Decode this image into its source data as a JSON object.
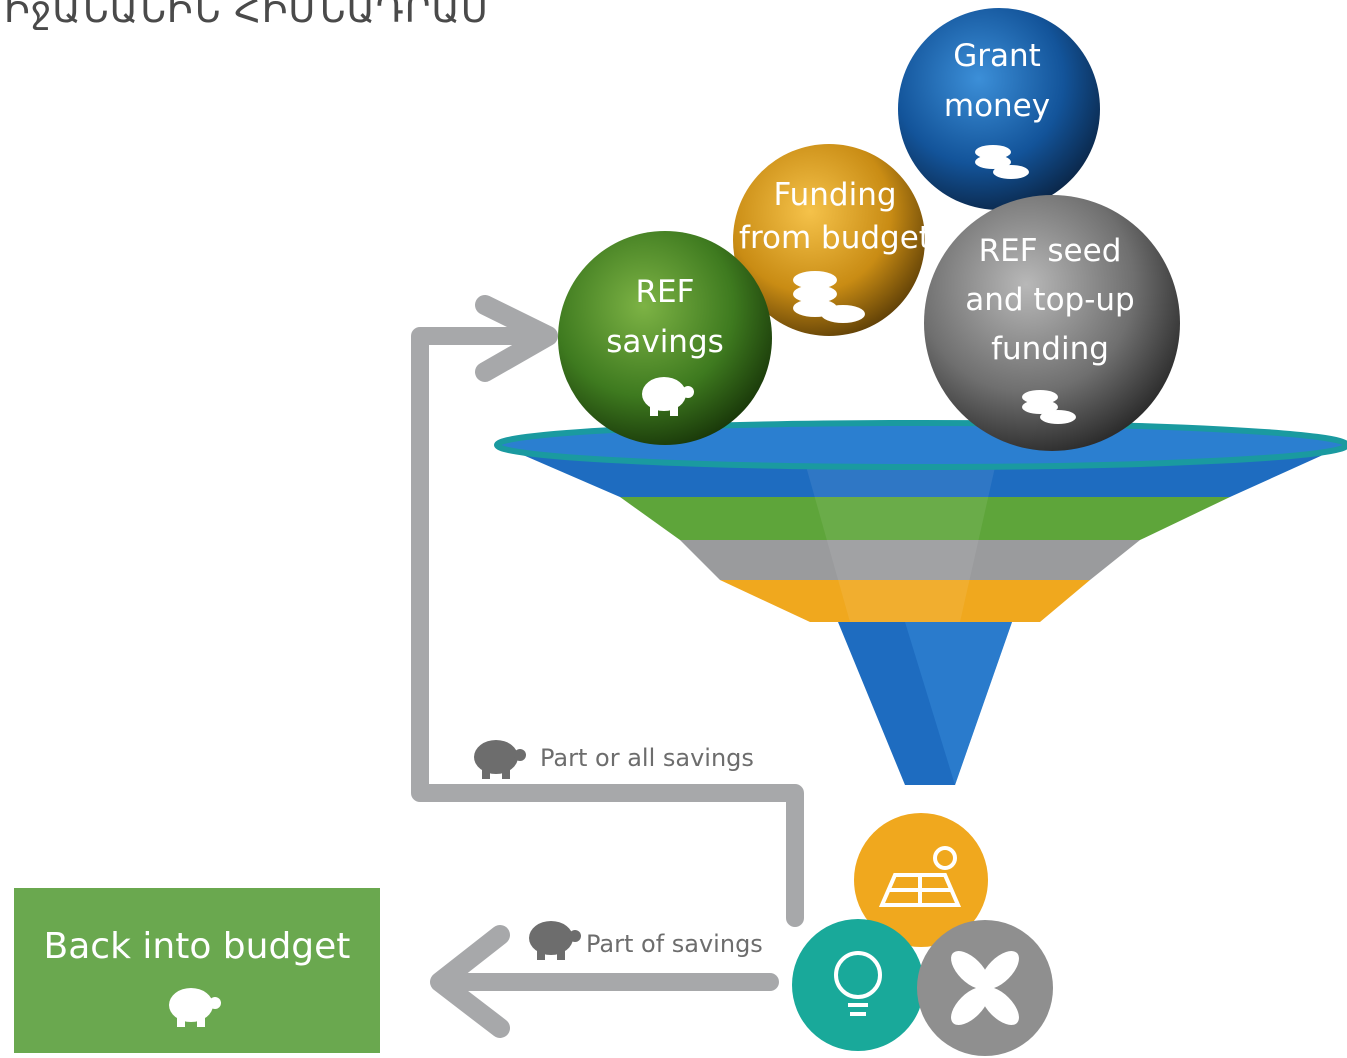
{
  "heading": "ԻջԱՆԱՆԻՆ ՀԻՄՆԱԴՐԱՄ",
  "spheres": {
    "grant": {
      "line1": "Grant",
      "line2": "money",
      "icon": "coins-icon",
      "color": "#1a5fa8"
    },
    "funding": {
      "line1": "Funding",
      "line2": "from budget",
      "icon": "coins-icon",
      "color": "#d9a126"
    },
    "ref_savings": {
      "line1": "REF",
      "line2": "savings",
      "icon": "piggy-bank-icon",
      "color": "#4f8a2a"
    },
    "ref_seed": {
      "line1": "REF seed",
      "line2": "and top-up",
      "line3": "funding",
      "icon": "coins-icon",
      "color": "#8a8a8a"
    }
  },
  "flows": {
    "part_or_all": "Part or all savings",
    "part_of": "Part of savings"
  },
  "budget_box": {
    "label": "Back into budget",
    "icon": "piggy-bank-icon",
    "color": "#6aa84f"
  },
  "outputs": [
    {
      "name": "solar",
      "icon": "solar-panel-icon",
      "color": "#f0a81e"
    },
    {
      "name": "led",
      "icon": "led-bulb-icon",
      "color": "#19a99a"
    },
    {
      "name": "fan",
      "icon": "fan-icon",
      "color": "#8f8f8f"
    }
  ]
}
